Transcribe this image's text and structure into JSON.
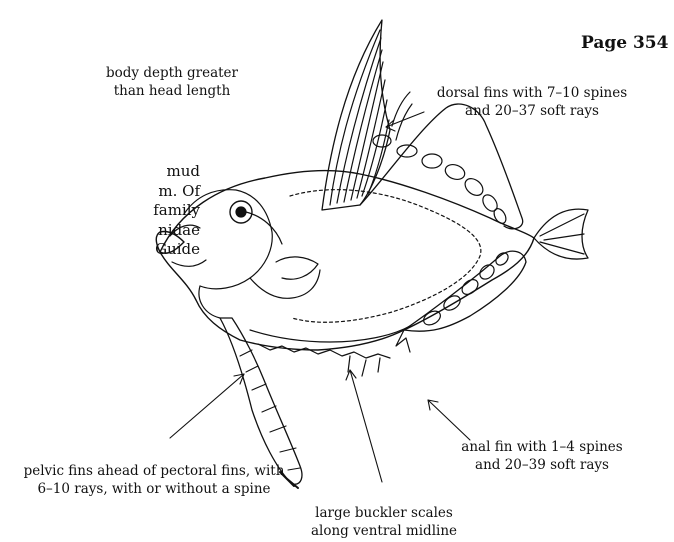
{
  "page": {
    "number_label": "Page 354"
  },
  "body_text": {
    "lines": [
      "mud",
      "m. Of",
      "family",
      "nidae",
      "Guide"
    ]
  },
  "labels": {
    "body_depth": [
      "body depth greater",
      "than head length"
    ],
    "dorsal_fins": [
      "dorsal fins with 7–10 spines",
      "and 20–37 soft rays"
    ],
    "anal_fin": [
      "anal fin with 1–4 spines",
      "and 20–39 soft rays"
    ],
    "pelvic_fins": [
      "pelvic fins ahead of pectoral fins, with",
      "6–10 rays, with or without a spine"
    ],
    "buckler_scales": [
      "large buckler scales",
      "along ventral midline"
    ]
  },
  "illustration": {
    "subject": "fish line drawing",
    "stroke_color": "#111111"
  }
}
